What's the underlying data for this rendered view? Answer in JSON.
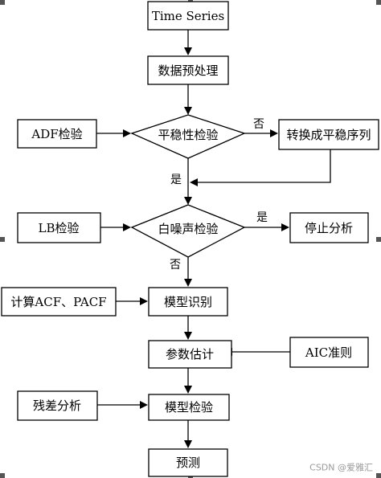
{
  "nodes": {
    "time_series": "Time Series",
    "preprocess": "数据预处理",
    "stationarity_test": "平稳性检验",
    "adf_test": "ADF检验",
    "to_stationary": "转换成平稳序列",
    "white_noise_test": "白噪声检验",
    "lb_test": "LB检验",
    "stop_analysis": "停止分析",
    "compute_acf_pacf": "计算ACF、PACF",
    "model_identification": "模型识别",
    "parameter_estimation": "参数估计",
    "aic_criterion": "AIC准则",
    "residual_analysis": "残差分析",
    "model_check": "模型检验",
    "forecast": "预测"
  },
  "edges": {
    "stationarity_no": "否",
    "stationarity_yes": "是",
    "white_noise_yes": "是",
    "white_noise_no": "否"
  },
  "watermark": "CSDN @爱雅汇"
}
